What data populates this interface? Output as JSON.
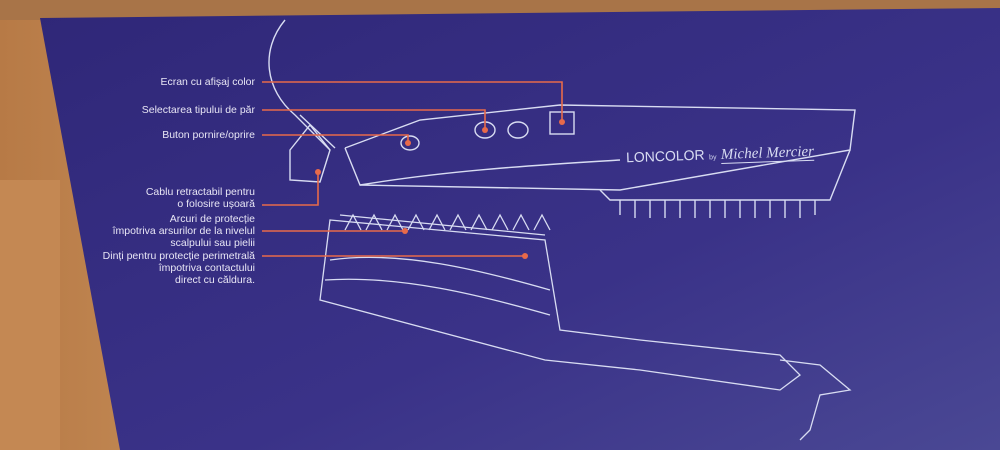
{
  "callouts": {
    "display": "Ecran cu afișaj color",
    "hair_type": "Selectarea tipului de păr",
    "power": "Buton pornire/oprire",
    "cable_1": "Cablu retractabil pentru",
    "cable_2": "o folosire ușoară",
    "springs_1": "Arcuri de protecție",
    "springs_2": "împotriva arsurilor de la nivelul",
    "springs_3": "scalpului sau pielii",
    "teeth_1": "Dinți pentru protecție perimetrală",
    "teeth_2": "împotriva contactului",
    "teeth_3": "direct cu căldura."
  },
  "branding": {
    "brand": "LONCOLOR",
    "by": "by",
    "designer": "Michel Mercier"
  },
  "colors": {
    "box": "#3a2f86",
    "line": "#e86a4a",
    "drawing": "#d8dcf2"
  }
}
